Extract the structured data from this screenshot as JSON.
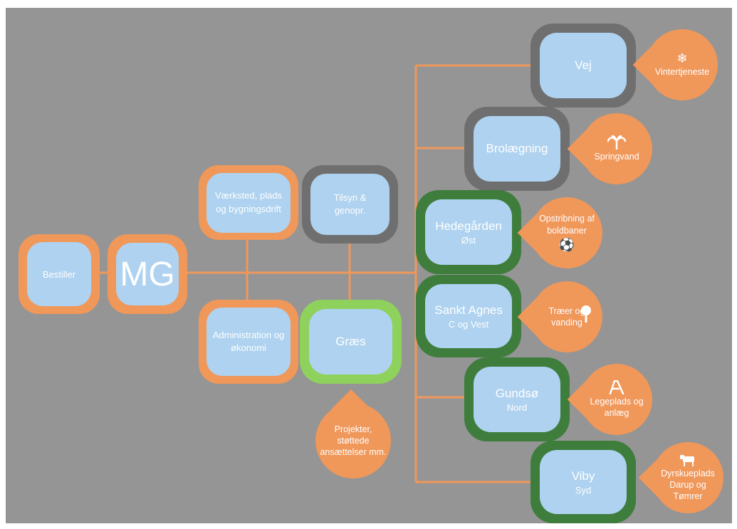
{
  "colors": {
    "background": "#959595",
    "inner_fill": "#aed2ef",
    "orange": "#f0975a",
    "dark_gray": "#6f6f6f",
    "dark_green": "#3e7d3c",
    "light_green": "#8fd15d",
    "connector": "#f0975a"
  },
  "nodes": {
    "bestiller": {
      "label": "Bestiller"
    },
    "mg": {
      "label": "MG"
    },
    "vaerksted": {
      "label": "Værksted, plads og bygningsdrift"
    },
    "tilsyn": {
      "label": "Tilsyn & genopr."
    },
    "administration": {
      "label": "Administration og økonomi"
    },
    "graes": {
      "label": "Græs"
    },
    "vej": {
      "label": "Vej"
    },
    "brolaegning": {
      "label": "Brolægning"
    },
    "hedegaarden": {
      "label": "Hedegården",
      "sub": "Øst"
    },
    "sankt_agnes": {
      "label": "Sankt Agnes",
      "sub": "C og Vest"
    },
    "gundsoe": {
      "label": "Gundsø",
      "sub": "Nord"
    },
    "viby": {
      "label": "Viby",
      "sub": "Syd"
    }
  },
  "callouts": {
    "vintertjeneste": {
      "text": "Vintertjeneste",
      "icon": "snowflake-icon"
    },
    "springvand": {
      "text": "Springvand",
      "icon": "fountain-icon"
    },
    "opstribning": {
      "text": "Opstribning af boldbaner",
      "icon": "soccer-ball-icon"
    },
    "traeer": {
      "text": "Træer og vanding",
      "icon": "tree-icon"
    },
    "legeplads": {
      "text": "Legeplads og anlæg",
      "icon": "slide-icon"
    },
    "dyrskueplads": {
      "text": "Dyrskueplads Darup og Tømrer",
      "icon": "cow-icon"
    },
    "projekter": {
      "text": "Projekter, støttede ansættelser mm."
    }
  }
}
